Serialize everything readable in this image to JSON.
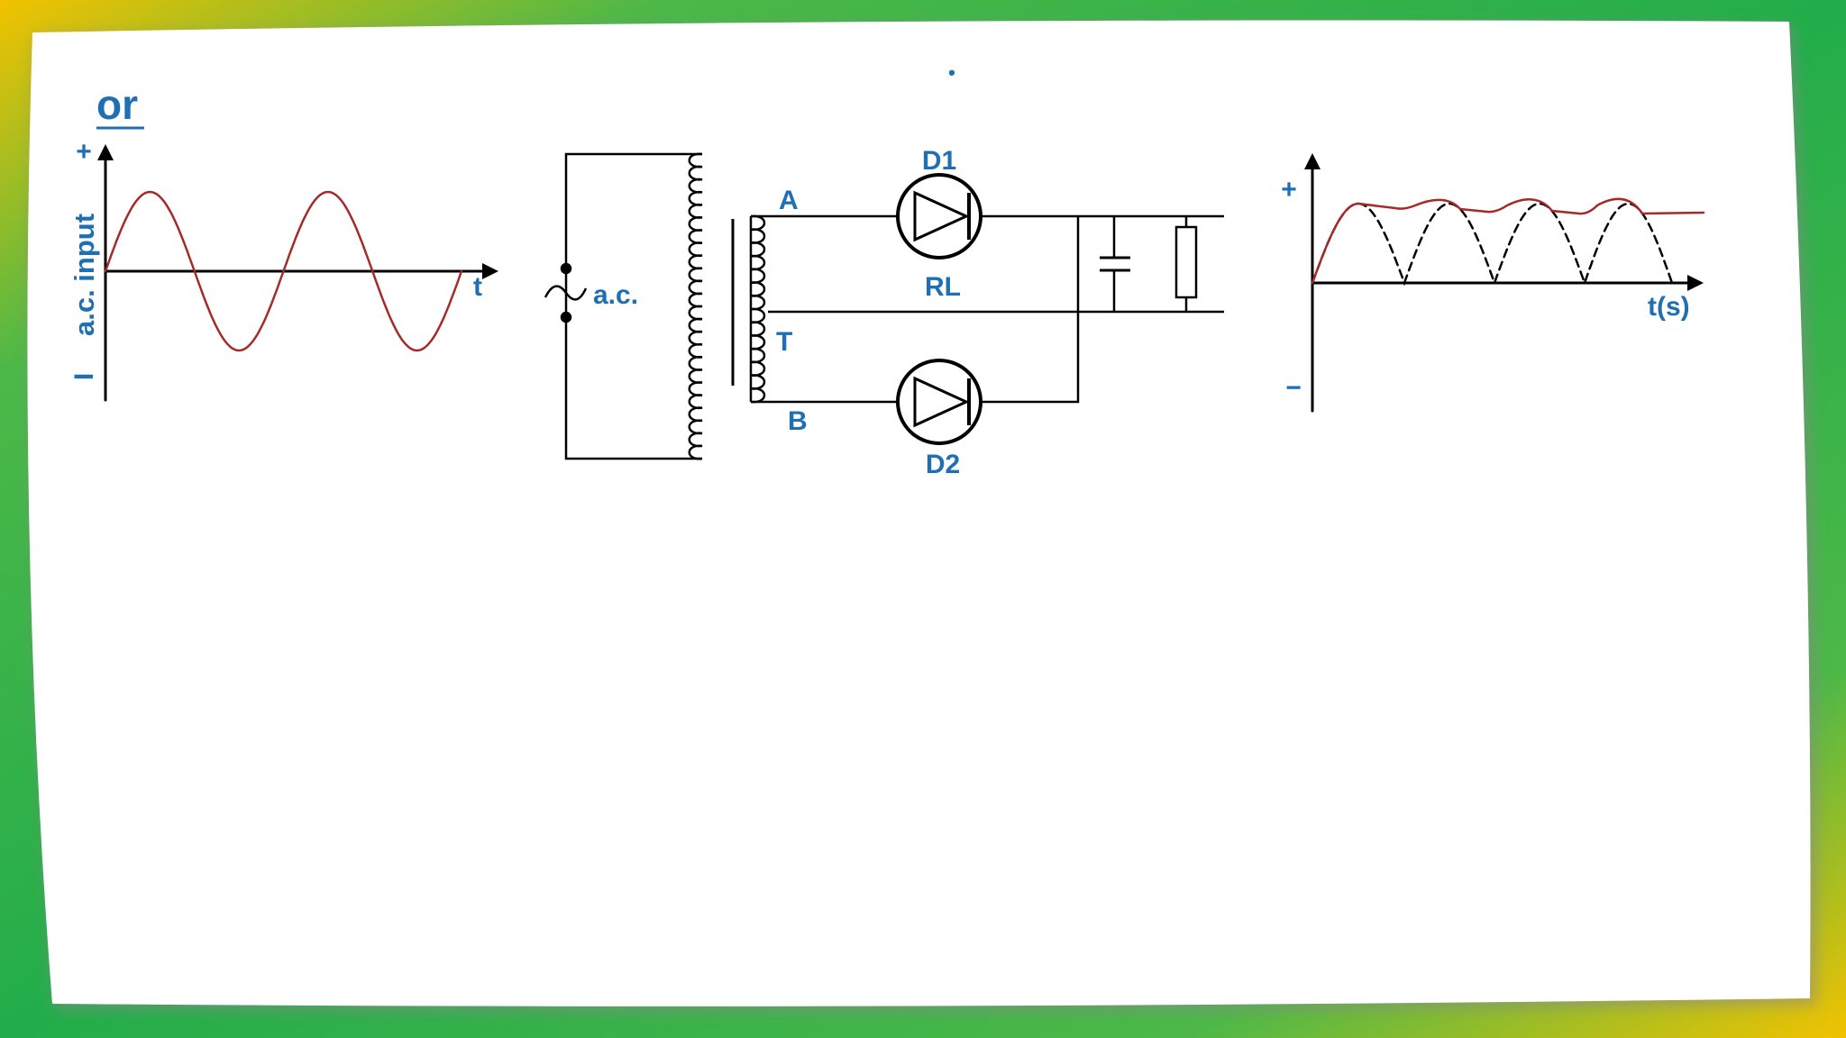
{
  "slide": {
    "heading": "or",
    "bullet_dot": "•"
  },
  "input_graph": {
    "y_axis_label": "a.c. input",
    "plus_sign": "+",
    "minus_sign": "I",
    "x_axis_label": "t",
    "curve_color": "#a52a2a"
  },
  "circuit": {
    "source_label": "a.c.",
    "node_a": "A",
    "node_t": "T",
    "node_b": "B",
    "diode_1": "D1",
    "diode_2": "D2",
    "load_label": "RL"
  },
  "output_graph": {
    "plus_sign": "+",
    "minus_sign": "−",
    "x_axis_label": "t(s)",
    "ripple_color": "#a52a2a"
  },
  "colors": {
    "label_blue": "#1f6fb2",
    "frame_green": "#2db34a",
    "frame_yellow": "#f2c200"
  }
}
